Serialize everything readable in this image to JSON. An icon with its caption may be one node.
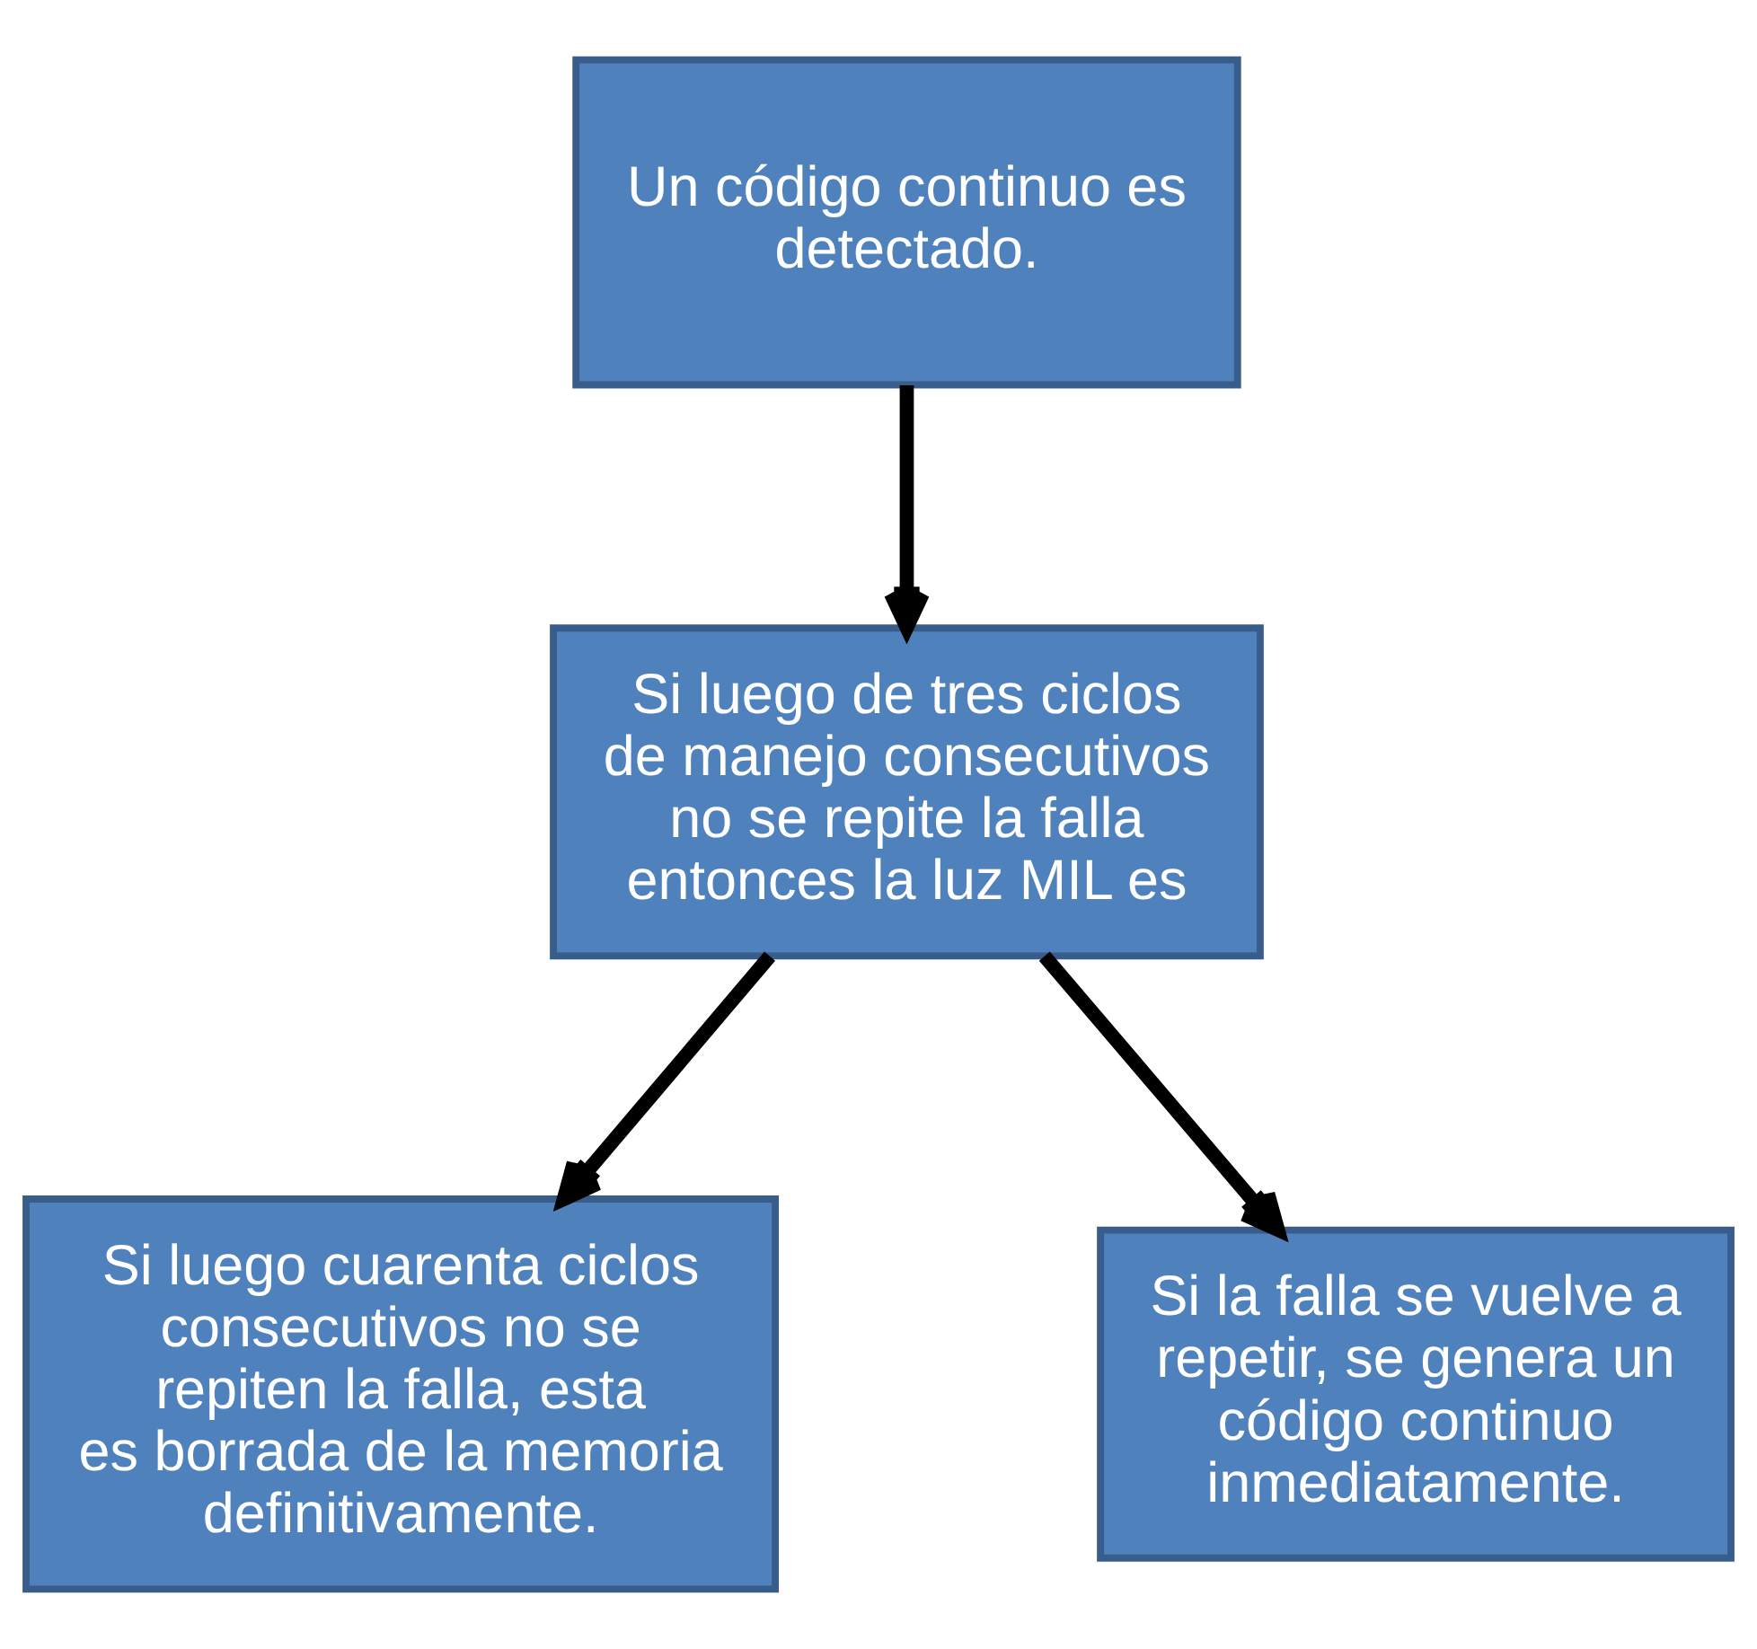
{
  "diagram": {
    "nodes": [
      {
        "text": [
          "Un código continuo es detectado."
        ]
      },
      {
        "text": [
          "Si luego de tres ciclos de manejo consecutivos no se repite la falla entonces la luz MIL es"
        ]
      },
      {
        "text": [
          "Si luego cuarenta ciclos consecutivos no se repiten la falla, esta es borrada de la memoria definitivamente."
        ]
      },
      {
        "text": [
          "Si la falla se vuelve a repetir, se genera un código continuo inmediatamente."
        ]
      }
    ],
    "edges": [
      {
        "from": 0,
        "to": 1,
        "arrow": "to"
      },
      {
        "from": 1,
        "to": 2,
        "arrow": "to"
      },
      {
        "from": 1,
        "to": 3,
        "arrow": "to"
      }
    ]
  }
}
